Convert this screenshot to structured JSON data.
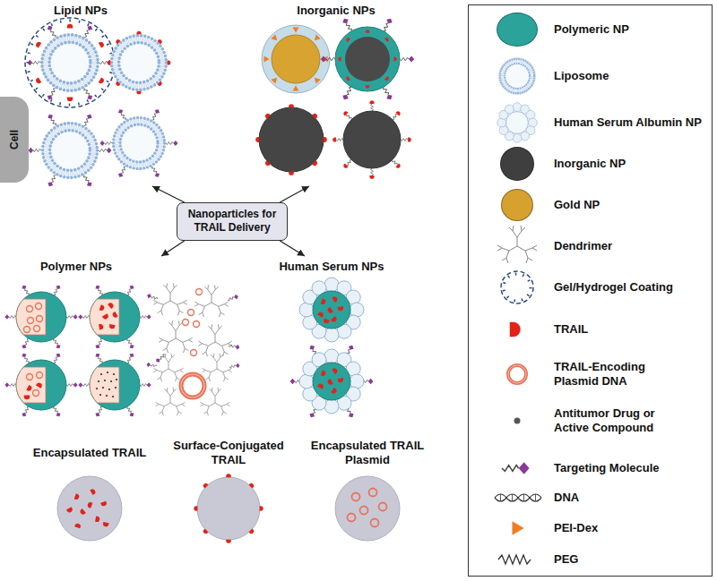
{
  "diagram": {
    "nodes": [
      {
        "text": [
          "Lipid NPs"
        ]
      },
      {
        "text": [
          "Cell"
        ],
        "in": 0
      },
      {
        "text": [
          "Inorganic NPs"
        ]
      },
      {
        "text": [
          "Nanoparticles for TRAIL Delivery"
        ]
      },
      {
        "text": [
          "Polymer NPs"
        ]
      },
      {
        "text": [
          "Human Serum NPs"
        ]
      },
      {
        "text": [
          "Encapsulated TRAIL"
        ]
      },
      {
        "text": [
          "Surface-Conjugated TRAIL"
        ]
      },
      {
        "text": [
          "Encapsulated TRAIL Plasmid"
        ]
      }
    ],
    "edges": [
      {
        "from": 3,
        "to": 0,
        "arrow": "to"
      },
      {
        "from": 3,
        "to": 2,
        "arrow": "to"
      },
      {
        "from": 3,
        "to": 4,
        "arrow": "to"
      },
      {
        "from": 3,
        "to": 5,
        "arrow": "to"
      }
    ],
    "legend": [
      {
        "text": "Polymeric NP",
        "color": "#2ba39b"
      },
      {
        "text": "Liposome"
      },
      {
        "text": "Human Serum Albumin NP"
      },
      {
        "text": "Inorganic NP",
        "color": "#3f3f3f"
      },
      {
        "text": "Gold NP",
        "color": "#d6a12e"
      },
      {
        "text": "Dendrimer"
      },
      {
        "text": "Gel/Hydrogel Coating"
      },
      {
        "text": "TRAIL"
      },
      {
        "text": "TRAIL-Encoding Plasmid DNA"
      },
      {
        "text": "Antitumor Drug or Active Compound"
      },
      {
        "text": "Targeting Molecule"
      },
      {
        "text": "DNA"
      },
      {
        "text": "PEI-Dex"
      },
      {
        "text": "PEG"
      }
    ]
  }
}
